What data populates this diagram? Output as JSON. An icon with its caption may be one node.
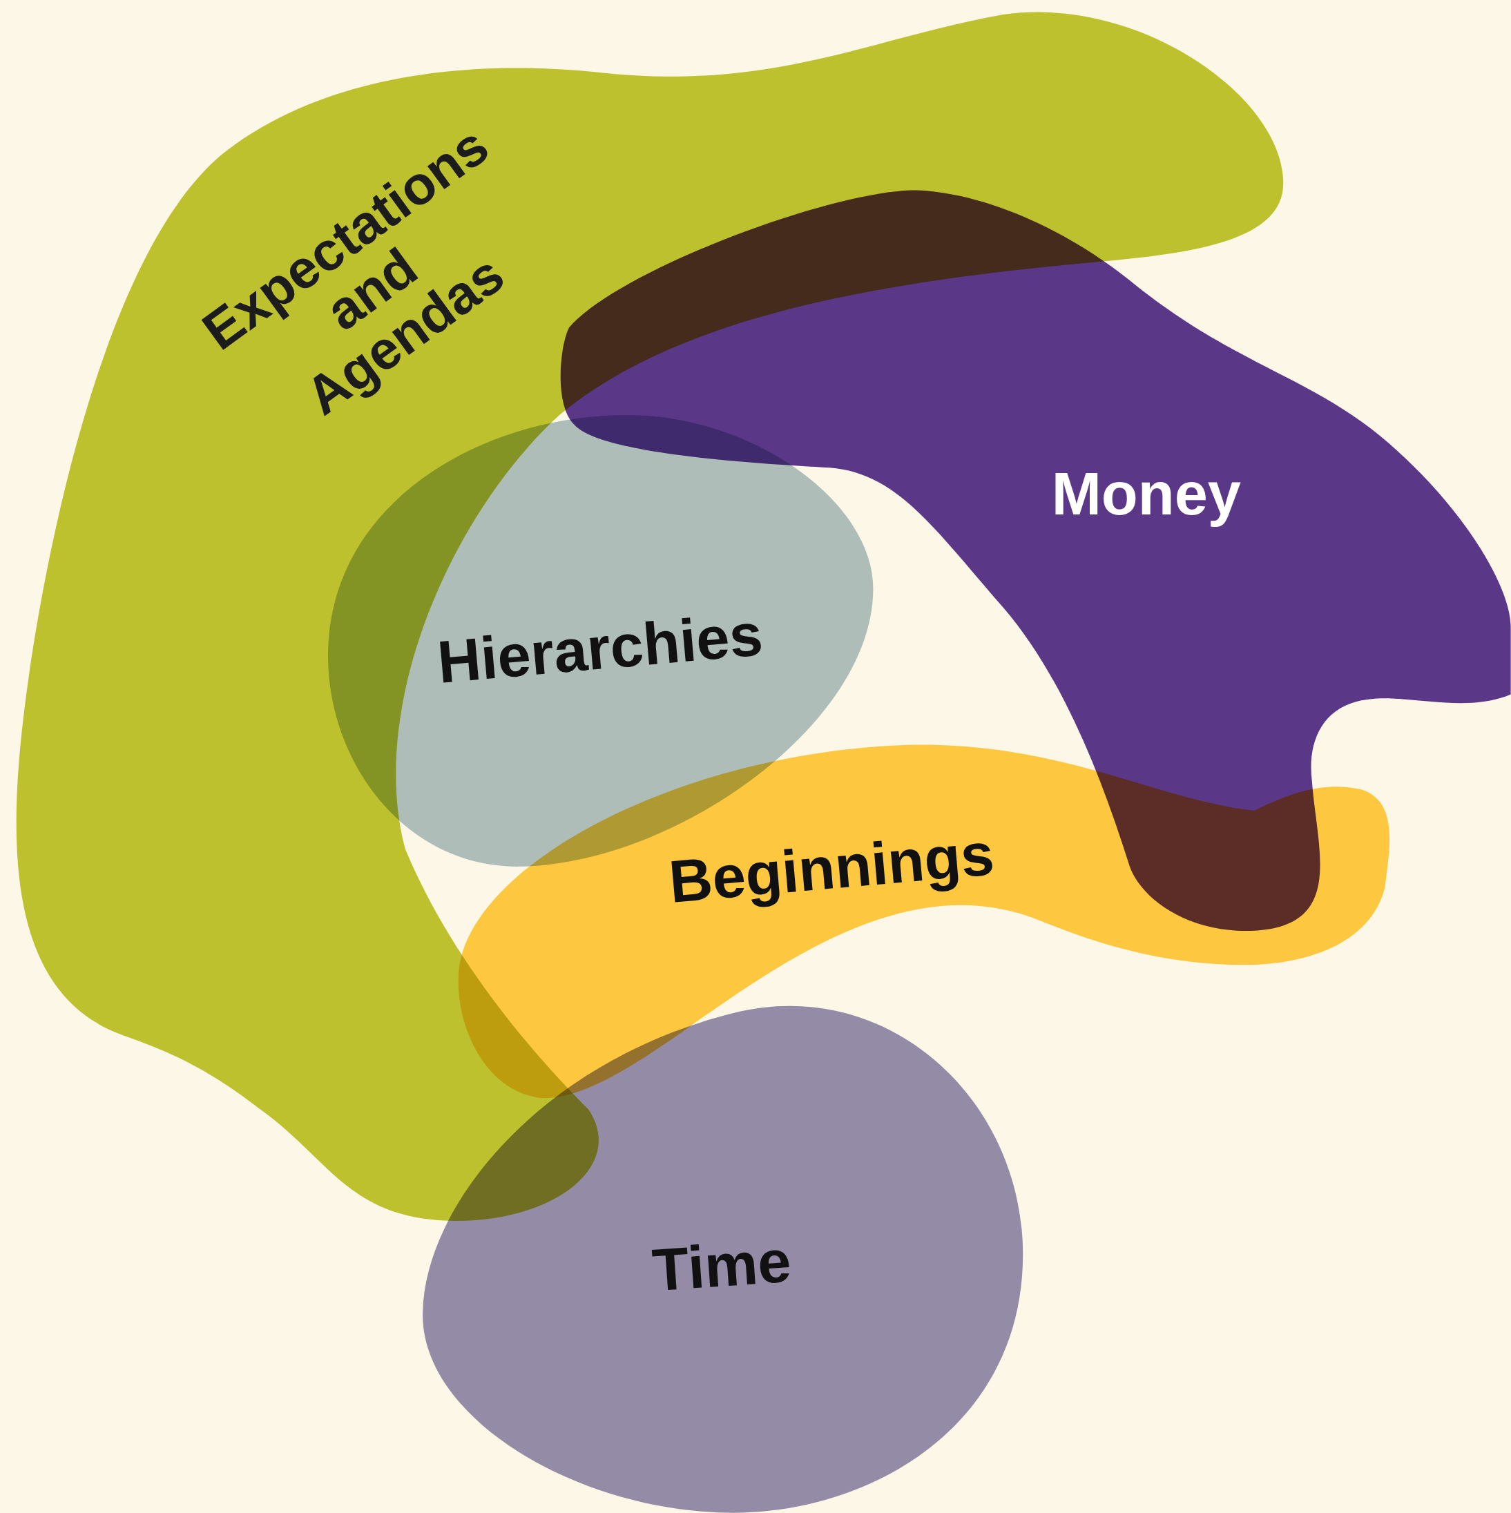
{
  "diagram": {
    "nodes": [
      {
        "text": [
          "Expectations and Agendas"
        ]
      },
      {
        "text": [
          "Money"
        ]
      },
      {
        "text": [
          "Hierarchies"
        ]
      },
      {
        "text": [
          "Beginnings"
        ]
      },
      {
        "text": [
          "Time"
        ]
      }
    ]
  }
}
